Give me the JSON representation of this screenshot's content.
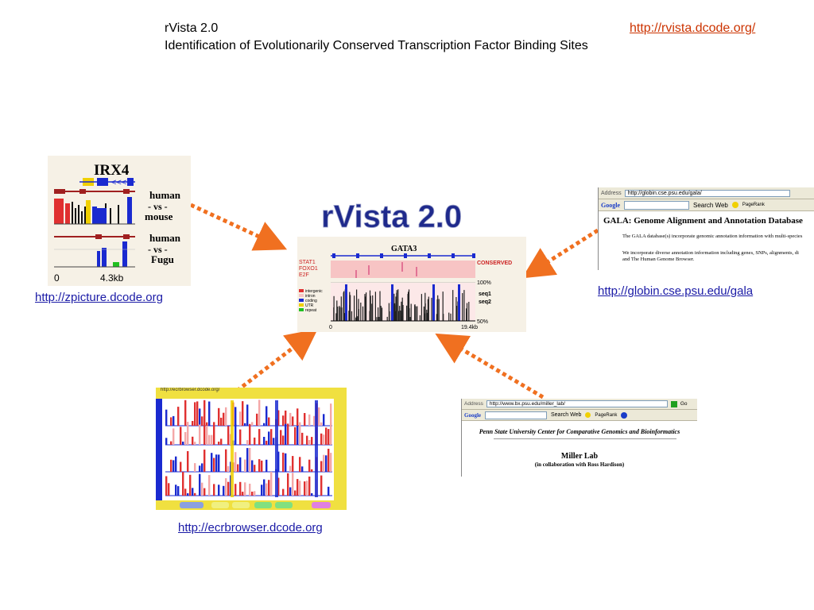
{
  "header": {
    "title": "rVista 2.0",
    "url": "http://rvista.dcode.org/",
    "subtitle": "Identification of Evolutionarily Conserved Transcription Factor Binding Sites"
  },
  "center": {
    "logo": "rVista 2.0",
    "gene": "GATA3",
    "tfs": [
      "STAT1",
      "FOXO1",
      "E2F"
    ],
    "conserved": "CONSERVED",
    "pct_top": "100%",
    "pct_bottom": "50%",
    "legend": [
      "intergenic",
      "intron",
      "coding",
      "UTR",
      "repeat"
    ],
    "seqs": [
      "seq1",
      "seq2"
    ],
    "axis_start": "0",
    "axis_end": "19.4kb"
  },
  "zpicture": {
    "gene": "IRX4",
    "label1": "human",
    "vs1": "- vs -",
    "species1": "mouse",
    "label2": "human",
    "vs2": "- vs -",
    "species2": "Fugu",
    "axis_start": "0",
    "axis_end": "4.3kb",
    "link": "http://zpicture.dcode.org"
  },
  "gala": {
    "address_label": "Address",
    "address": "http://globin.cse.psu.edu/gala/",
    "google": "Google",
    "search_web": "Search Web",
    "pagerank": "PageRank",
    "title": "GALA: Genome Alignment and Annotation Database",
    "line1": "The GALA database(s) incorporate genomic annotation information with multi-species",
    "line2": "We incorporate diverse annotation information including genes, SNPs, alignments, di",
    "line3": "and The Human Genome Browser.",
    "link": "http://globin.cse.psu.edu/gala"
  },
  "millerlab": {
    "address_label": "Address",
    "address": "http://www.bx.psu.edu/miller_lab/",
    "go": "Go",
    "google": "Google",
    "search_web": "Search Web",
    "pagerank": "PageRank",
    "center_name": "Penn State University Center for Comparative Genomics and Bioinformatics",
    "lab": "Miller Lab",
    "collab": "(in collaboration with Ross Hardison)"
  },
  "ecr": {
    "titlebar": "http://ecrbrowser.dcode.org/",
    "link": "http://ecrbrowser.dcode.org"
  },
  "colors": {
    "arrow": "#f07020",
    "link": "#1a1aa6",
    "header_url": "#cc3300",
    "conserved_pink": "#f7c4c4",
    "bar_red": "#e03030",
    "bar_blue": "#1a2ad0"
  }
}
